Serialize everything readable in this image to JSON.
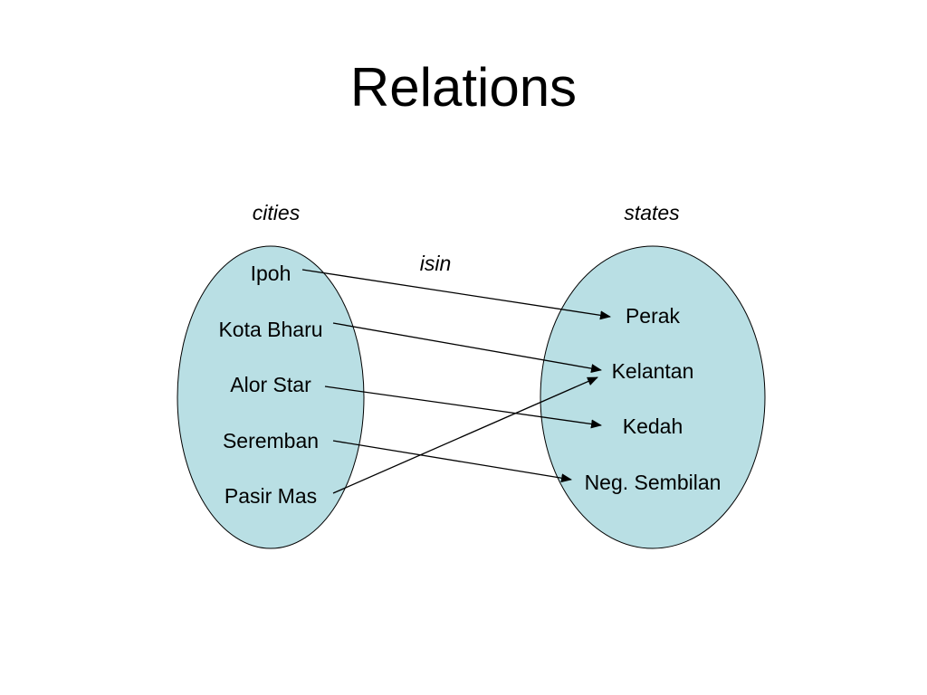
{
  "title": "Relations",
  "domain_label": "cities",
  "codomain_label": "states",
  "relation_label": "isin",
  "cities": [
    "Ipoh",
    "Kota Bharu",
    "Alor Star",
    "Seremban",
    "Pasir Mas"
  ],
  "states": [
    "Perak",
    "Kelantan",
    "Kedah",
    "Neg. Sembilan"
  ],
  "relation": [
    {
      "from": "Ipoh",
      "to": "Perak"
    },
    {
      "from": "Kota Bharu",
      "to": "Kelantan"
    },
    {
      "from": "Alor Star",
      "to": "Kedah"
    },
    {
      "from": "Seremban",
      "to": "Neg. Sembilan"
    },
    {
      "from": "Pasir Mas",
      "to": "Kelantan"
    }
  ],
  "colors": {
    "set_fill": "#b9dfe4",
    "stroke": "#000000"
  }
}
